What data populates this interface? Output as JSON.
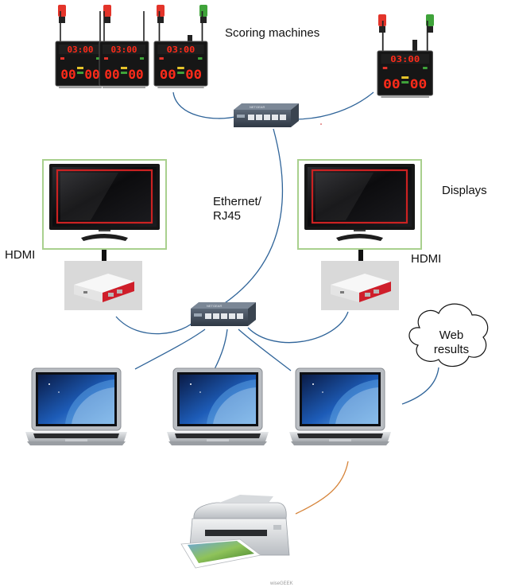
{
  "labels": {
    "scoring_machines": "Scoring machines",
    "ethernet_line1": "Ethernet/",
    "ethernet_line2": "RJ45",
    "displays": "Displays",
    "hdmi_left": "HDMI",
    "hdmi_right": "HDMI",
    "web_results_line1": "Web",
    "web_results_line2": "results",
    "watermark": "wiseGEEK"
  },
  "scoreboard": {
    "digits_top": "03:00",
    "digits_left": "00",
    "digits_right": "00"
  },
  "colors": {
    "network_cable": "#2f6499",
    "usb_cable": "#d6843a",
    "scoreboard_digits": "#ff2b1a",
    "lamp_red": "#e3342a",
    "lamp_green": "#3fa33a",
    "monitor_frame": "#a9d08e",
    "pi_case_red": "#cf1e2a",
    "screen_border": "#c22"
  },
  "icons": {
    "scoring_machine": "scoreboard-icon",
    "switch": "network-switch-icon",
    "monitor": "monitor-icon",
    "raspberry_pi": "raspberry-pi-icon",
    "laptop": "laptop-icon",
    "printer": "printer-icon",
    "cloud": "cloud-icon"
  }
}
